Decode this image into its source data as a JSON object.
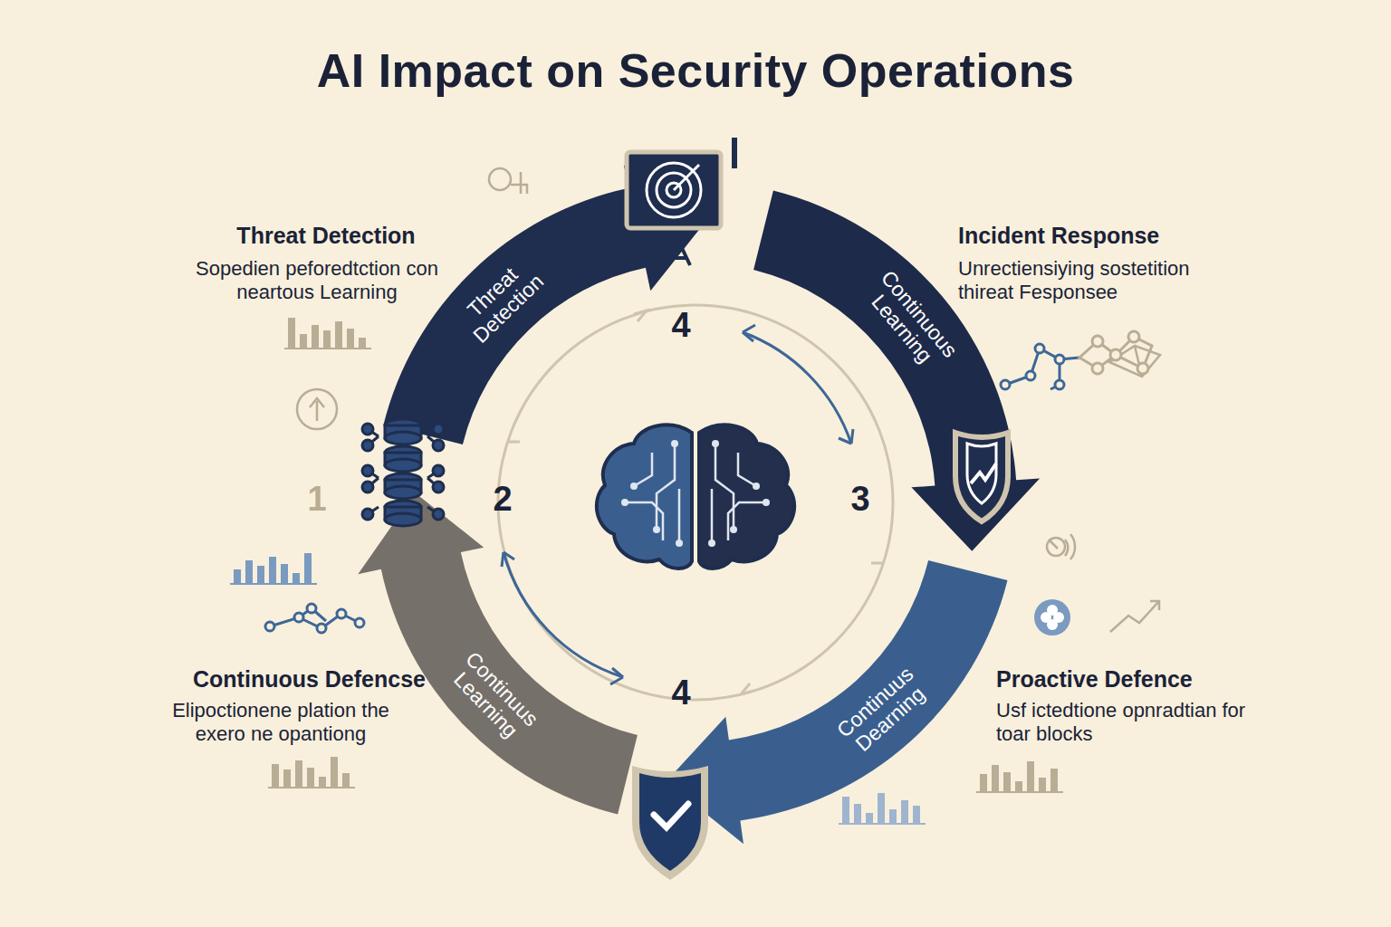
{
  "diagram": {
    "title": "AI Impact on Security Operations",
    "nodes": [
      {
        "text": [
          "Threat Detection"
        ]
      },
      {
        "text": [
          "Continuous Learning"
        ]
      },
      {
        "text": [
          "Continuus Dearning"
        ]
      },
      {
        "text": [
          "Continuus Learning"
        ]
      }
    ],
    "labels": [
      "Threat Detection",
      "Sopedien peforedtction con neartous Learning",
      "Incident Response",
      "Unrectiensiying sostetition thireat Fesponsee",
      "Continuous Defencse",
      "Elipoctionene plation the exero ne opantiong",
      "Proactive Defence",
      "Usf ictedtione opnradtian for toar blocks",
      "4",
      "2",
      "3",
      "4",
      "1"
    ]
  }
}
